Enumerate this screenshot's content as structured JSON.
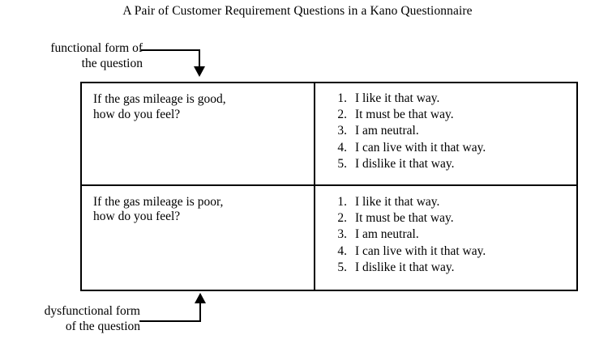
{
  "figure": {
    "title": "A Pair of Customer Requirement Questions in a Kano Questionnaire"
  },
  "callouts": {
    "functional": {
      "line1": "functional form of",
      "line2": "the question",
      "arrow": "arrow-down-icon"
    },
    "dysfunctional": {
      "line1": "dysfunctional form",
      "line2": "of the question",
      "arrow": "arrow-up-icon"
    }
  },
  "table": {
    "rows": [
      {
        "question_line1": "If the gas mileage is good,",
        "question_line2": "how do you feel?",
        "answers": [
          {
            "num": "1.",
            "text": "I like it that way."
          },
          {
            "num": "2.",
            "text": "It must be that way."
          },
          {
            "num": "3.",
            "text": "I am neutral."
          },
          {
            "num": "4.",
            "text": "I can live with it that way."
          },
          {
            "num": "5.",
            "text": "I dislike it that way."
          }
        ]
      },
      {
        "question_line1": "If the gas mileage is poor,",
        "question_line2": "how do you feel?",
        "answers": [
          {
            "num": "1.",
            "text": "I like it that way."
          },
          {
            "num": "2.",
            "text": "It must be that way."
          },
          {
            "num": "3.",
            "text": "I am neutral."
          },
          {
            "num": "4.",
            "text": "I can live with it that way."
          },
          {
            "num": "5.",
            "text": "I dislike it that way."
          }
        ]
      }
    ]
  },
  "colors": {
    "ink": "#000000",
    "paper": "#ffffff"
  }
}
